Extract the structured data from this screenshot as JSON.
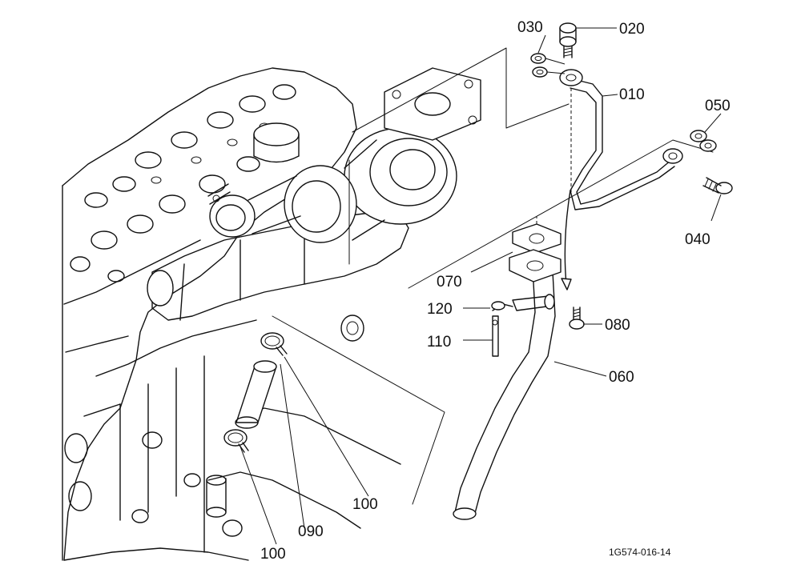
{
  "diagram": {
    "labels": {
      "p010": "010",
      "p020": "020",
      "p030": "030",
      "p040": "040",
      "p050": "050",
      "p060": "060",
      "p070": "070",
      "p080": "080",
      "p090": "090",
      "p100a": "100",
      "p100b": "100",
      "p110": "110",
      "p120": "120"
    },
    "figure_code": "1G574-016-14"
  }
}
